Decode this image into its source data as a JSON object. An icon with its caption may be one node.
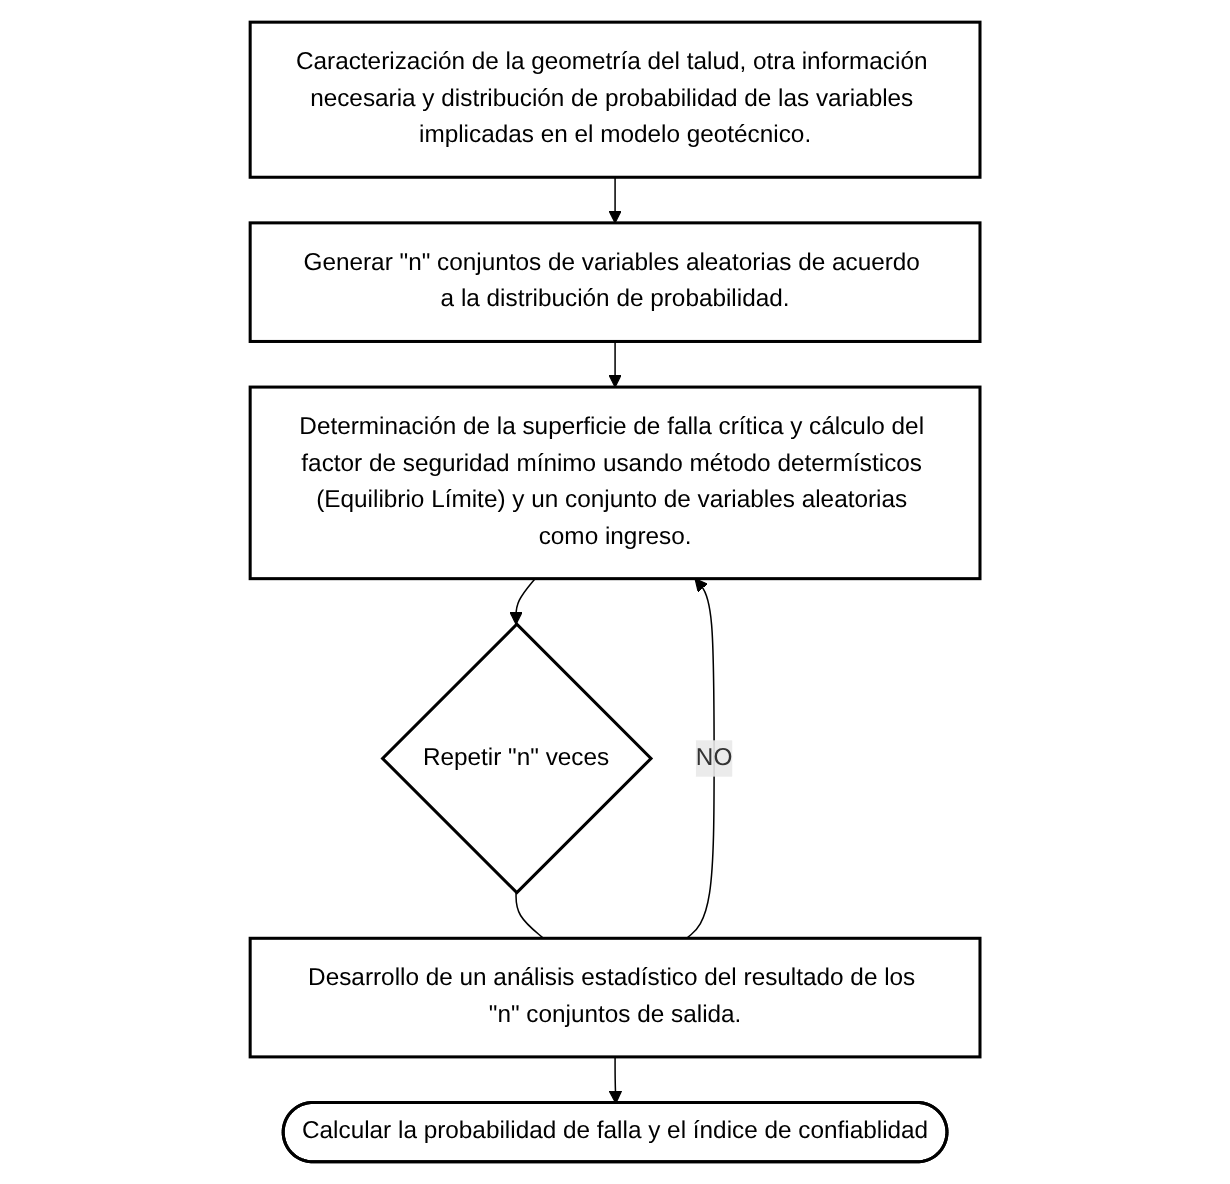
{
  "diagram": {
    "nodes": [
      {
        "text": [
          "Caracterización de la geometría del talud, otra información necesaria y distribución de probabilidad de las variables implicadas en el modelo geotécnico."
        ]
      },
      {
        "text": [
          "Generar \"n\" conjuntos de variables aleatorias de acuerdo a la distribución de probabilidad."
        ]
      },
      {
        "text": [
          "Determinación de la superficie de falla crítica y cálculo del factor de seguridad mínimo usando método determísticos (Equilibrio Límite) y un conjunto de variables aleatorias como ingreso."
        ]
      },
      {
        "text": [
          "Repetir \"n\" veces"
        ]
      },
      {
        "text": [
          "Desarrollo de un análisis estadístico del resultado de los \"n\" conjuntos de salida."
        ]
      },
      {
        "text": [
          "Calcular la probabilidad de falla y el índice de confiablidad"
        ]
      }
    ],
    "edges": [
      {
        "from": 0,
        "to": 1,
        "arrow": "to"
      },
      {
        "from": 1,
        "to": 2,
        "arrow": "to"
      },
      {
        "from": 2,
        "to": 3,
        "arrow": "to"
      },
      {
        "from": 3,
        "to": 4,
        "arrow": "none"
      },
      {
        "from": 4,
        "to": 2,
        "label": "NO",
        "arrow": "to"
      },
      {
        "from": 4,
        "to": 5,
        "arrow": "to"
      }
    ]
  }
}
